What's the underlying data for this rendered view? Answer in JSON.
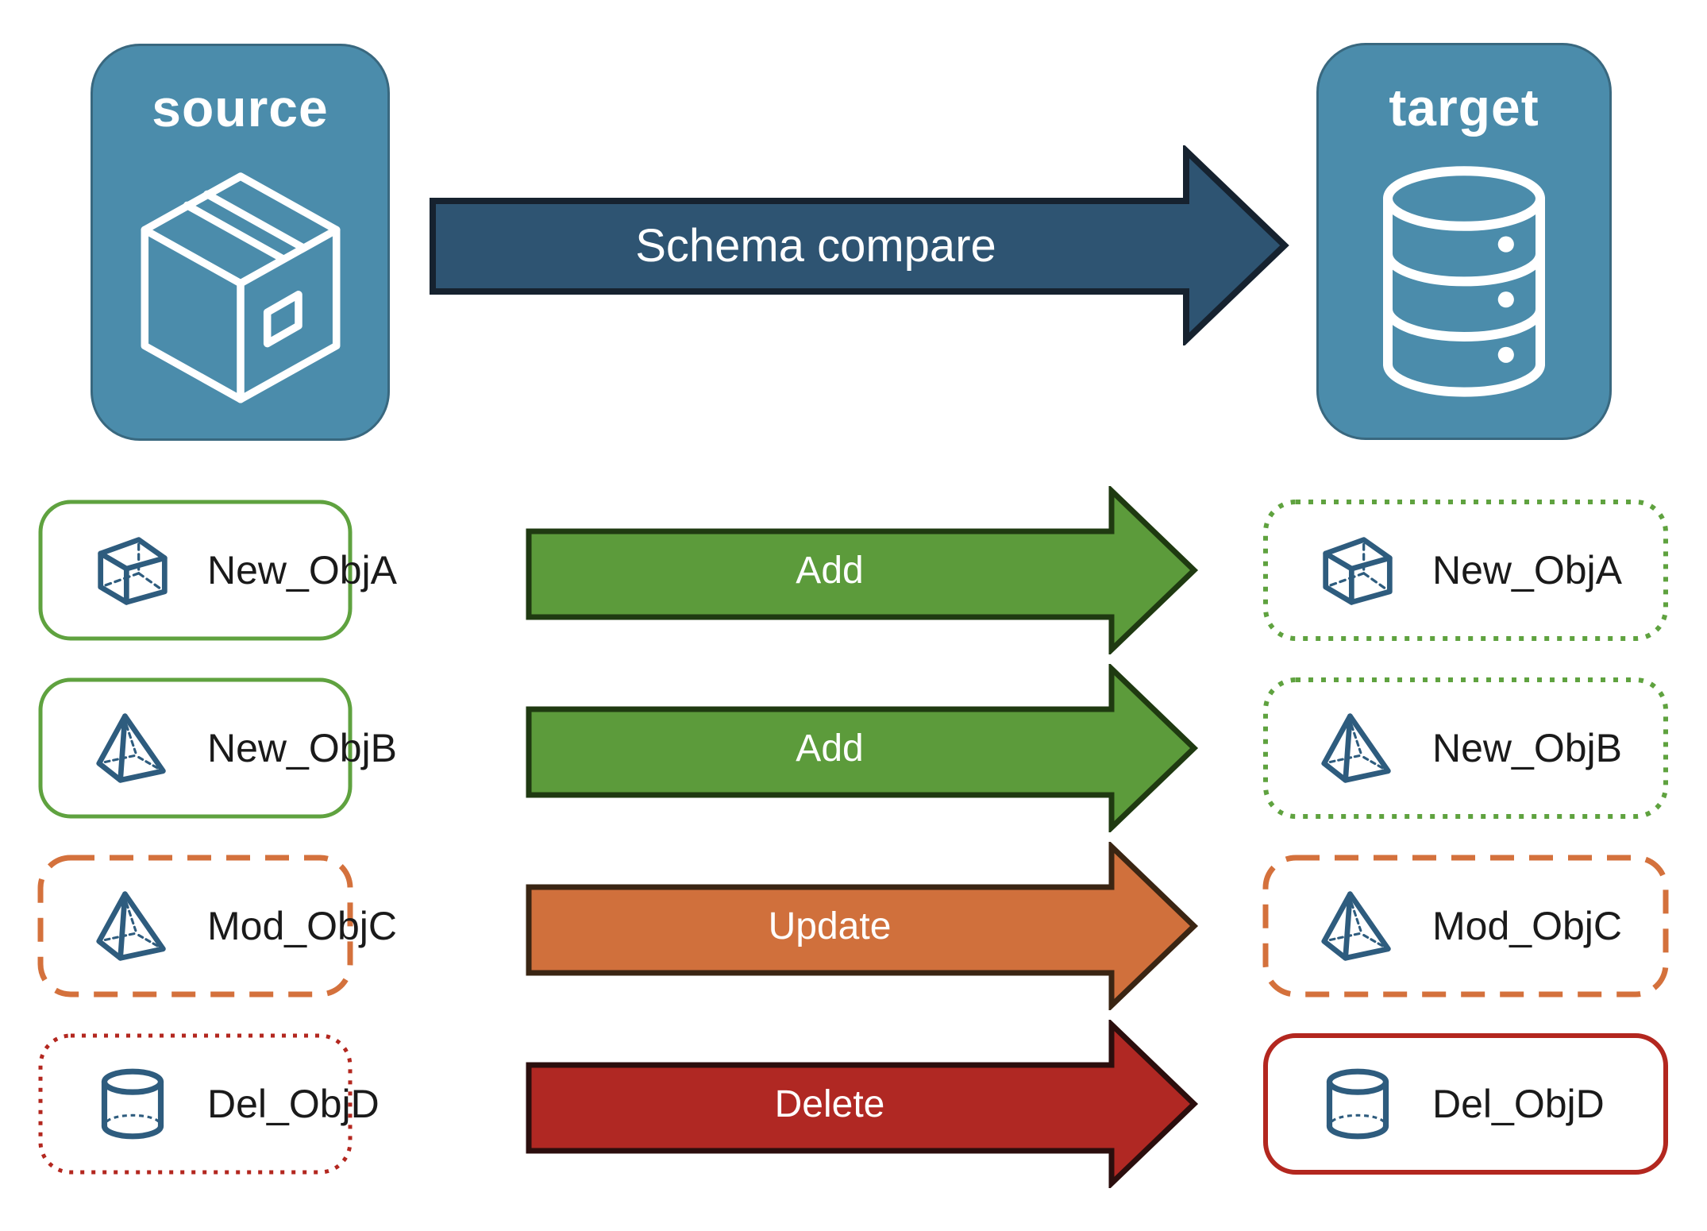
{
  "source_node": {
    "label": "source",
    "icon": "package-icon"
  },
  "target_node": {
    "label": "target",
    "icon": "database-icon"
  },
  "compare_arrow": {
    "label": "Schema compare"
  },
  "rows": [
    {
      "left": {
        "label": "New_ObjA",
        "icon": "cube-icon",
        "border": "solid-green"
      },
      "arrow": {
        "label": "Add",
        "type": "add"
      },
      "right": {
        "label": "New_ObjA",
        "icon": "cube-icon",
        "border": "dotted-green"
      }
    },
    {
      "left": {
        "label": "New_ObjB",
        "icon": "pyramid-icon",
        "border": "solid-green"
      },
      "arrow": {
        "label": "Add",
        "type": "add"
      },
      "right": {
        "label": "New_ObjB",
        "icon": "pyramid-icon",
        "border": "dotted-green"
      }
    },
    {
      "left": {
        "label": "Mod_ObjC",
        "icon": "pyramid-icon",
        "border": "dashed-orange"
      },
      "arrow": {
        "label": "Update",
        "type": "update"
      },
      "right": {
        "label": "Mod_ObjC",
        "icon": "pyramid-icon",
        "border": "dashed-orange"
      }
    },
    {
      "left": {
        "label": "Del_ObjD",
        "icon": "cylinder-icon",
        "border": "dotted-red"
      },
      "arrow": {
        "label": "Delete",
        "type": "delete"
      },
      "right": {
        "label": "Del_ObjD",
        "icon": "cylinder-icon",
        "border": "solid-red"
      }
    }
  ],
  "colors": {
    "node_fill": "#4B8CAB",
    "node_border": "#39687F",
    "compare_fill": "#2E5472",
    "compare_stroke": "#16222F",
    "add_fill": "#5C9B3B",
    "add_stroke": "#1F3A11",
    "update_fill": "#D0703C",
    "update_stroke": "#3A2513",
    "delete_fill": "#B02823",
    "delete_stroke": "#2B0E0D",
    "green_border": "#5FA23F",
    "orange_border": "#D4713C",
    "red_border": "#B3271F",
    "icon_stroke": "#2E5C7E",
    "label_color": "#1A1A1A"
  }
}
